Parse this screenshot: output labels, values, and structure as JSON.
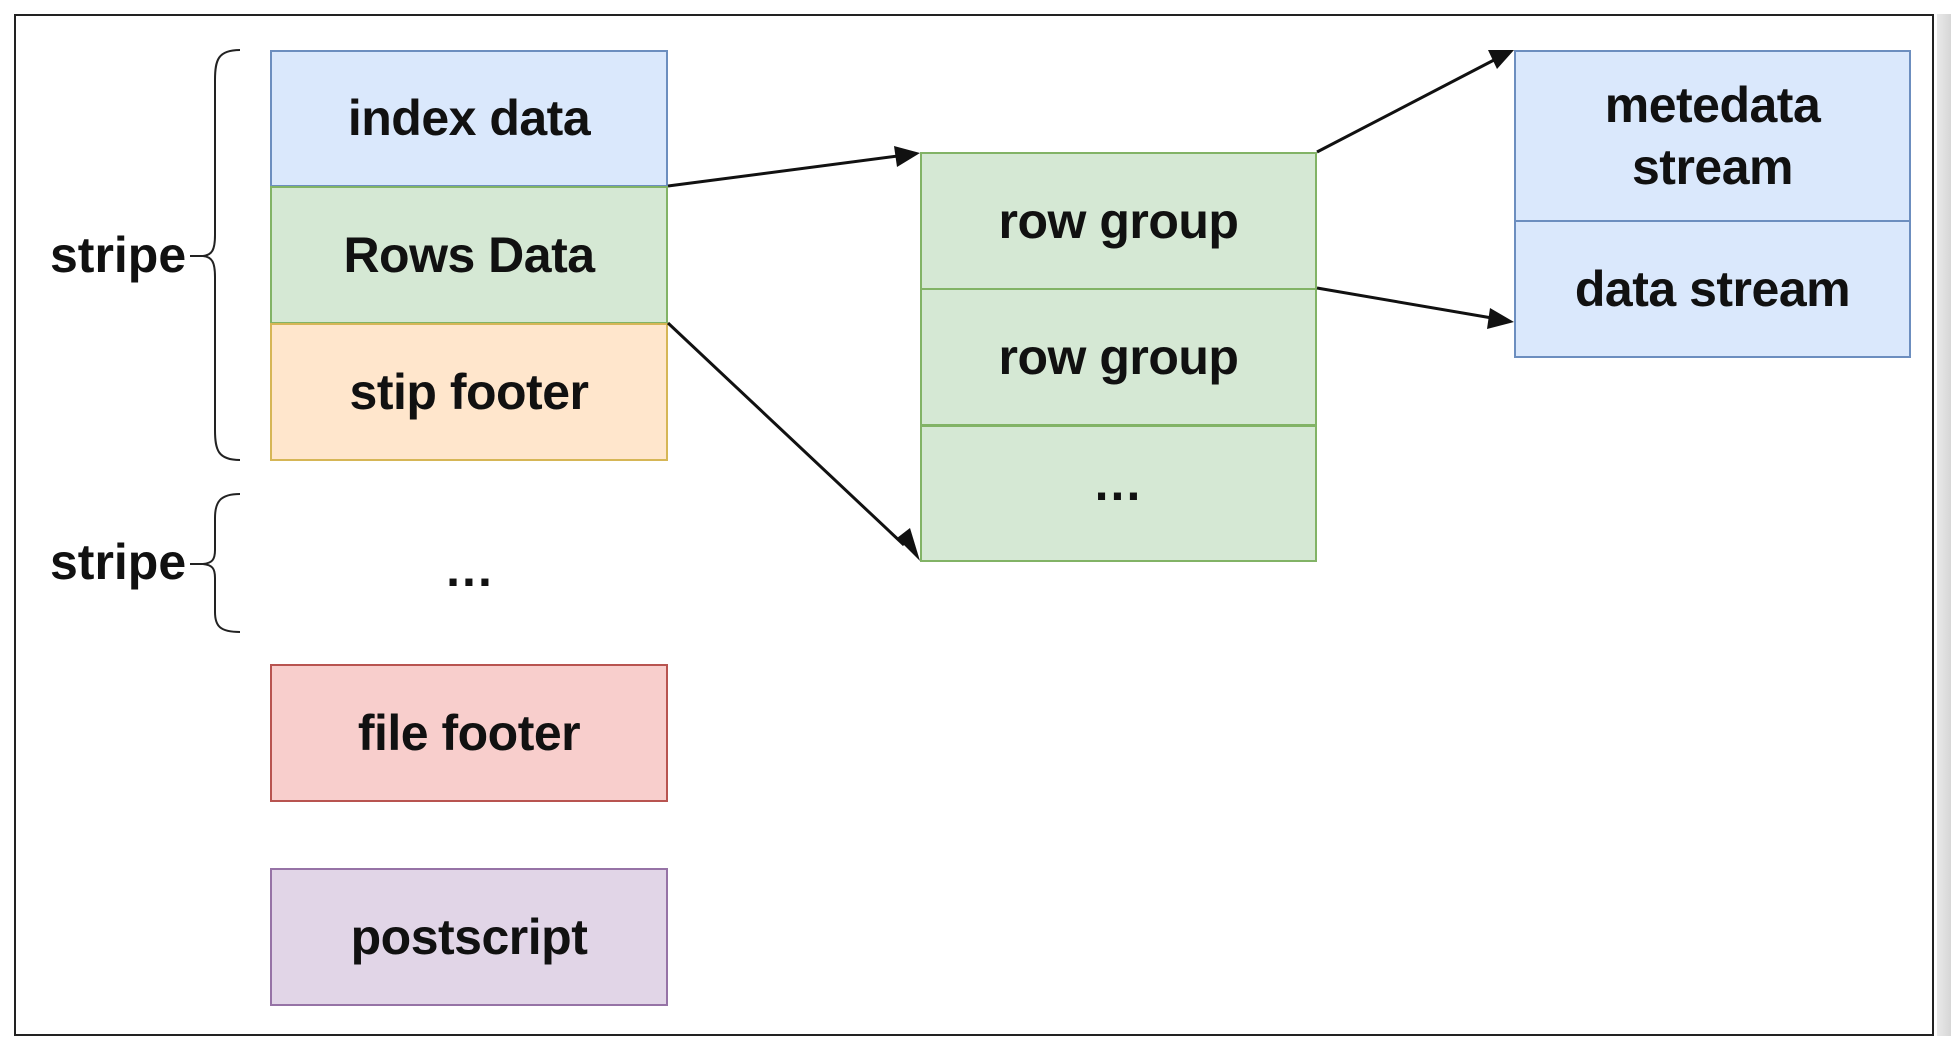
{
  "labels": {
    "stripe_1": "stripe",
    "stripe_2": "stripe"
  },
  "stripe_column": {
    "index_data": "index data",
    "rows_data": "Rows Data",
    "stip_footer": "stip footer",
    "ellipsis": "...",
    "file_footer": "file footer",
    "postscript": "postscript"
  },
  "row_groups": {
    "row_group_1": "row group",
    "row_group_2": "row group",
    "ellipsis": "..."
  },
  "streams": {
    "metadata_stream": "metedata stream",
    "data_stream": "data stream"
  },
  "colors": {
    "blue_fill": "#dae8fc",
    "green_fill": "#d5e8d4",
    "orange_fill": "#ffe6cc",
    "red_fill": "#f8cecc",
    "purple_fill": "#e1d5e7"
  }
}
